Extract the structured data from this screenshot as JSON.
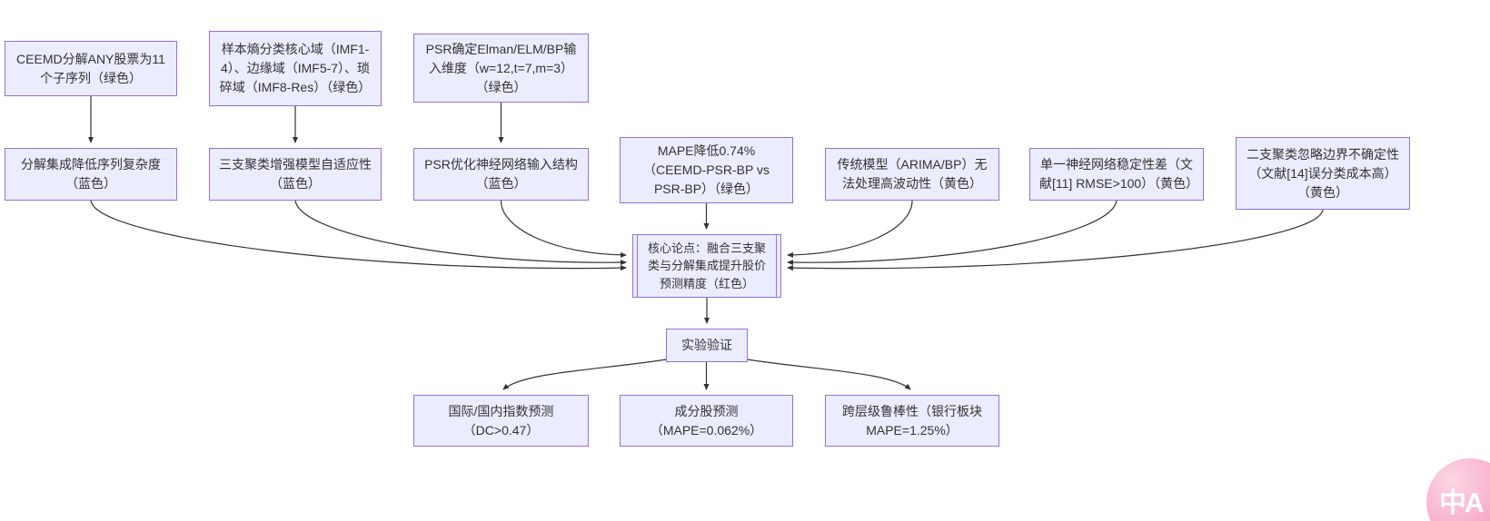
{
  "diagram": {
    "nodes": {
      "ceemd": {
        "text": "CEEMD分解ANY股票为11个子序列（绿色）"
      },
      "entropy": {
        "text": "样本熵分类核心域（IMF1-4）、边缘域（IMF5-7）、琐碎域（IMF8-Res）（绿色）"
      },
      "psrdim": {
        "text": "PSR确定Elman/ELM/BP输入维度（w=12,t=7,m=3）（绿色）"
      },
      "decomp": {
        "text": "分解集成降低序列复杂度（蓝色）"
      },
      "threeway": {
        "text": "三支聚类增强模型自适应性（蓝色）"
      },
      "psropt": {
        "text": "PSR优化神经网络输入结构（蓝色）"
      },
      "mape": {
        "text": "MAPE降低0.74%（CEEMD-PSR-BP vs PSR-BP）（绿色）"
      },
      "trad": {
        "text": "传统模型（ARIMA/BP）无法处理高波动性（黄色）"
      },
      "singlenn": {
        "text": "单一神经网络稳定性差（文献[11] RMSE>100）（黄色）"
      },
      "twoway": {
        "text": "二支聚类忽略边界不确定性（文献[14]误分类成本高）（黄色）"
      },
      "core": {
        "text": "核心论点：融合三支聚类与分解集成提升股价预测精度（红色）"
      },
      "exp": {
        "text": "实验验证"
      },
      "index": {
        "text": "国际/国内指数预测（DC>0.47）"
      },
      "stock": {
        "text": "成分股预测（MAPE=0.062%）"
      },
      "robust": {
        "text": "跨层级鲁棒性（银行板块MAPE=1.25%）"
      }
    },
    "colors": {
      "node_fill": "#ECECFF",
      "node_border": "#9370DB",
      "arrow": "#333333",
      "badge_pink": "#F8ABC9"
    }
  },
  "badge": {
    "label": "中A"
  }
}
